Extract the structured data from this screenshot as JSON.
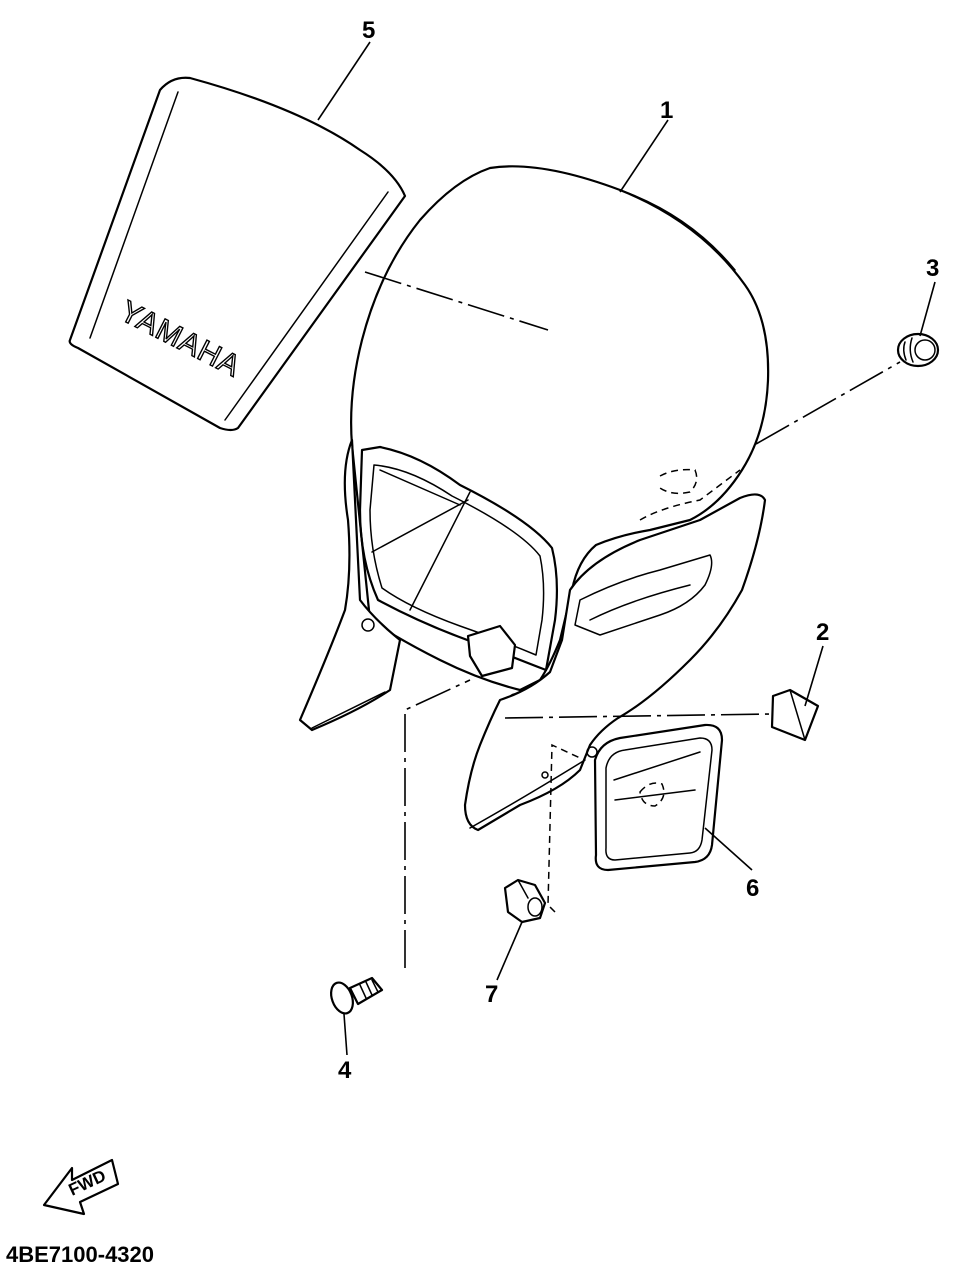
{
  "callouts": [
    {
      "id": "1",
      "label": "1"
    },
    {
      "id": "2",
      "label": "2"
    },
    {
      "id": "3",
      "label": "3"
    },
    {
      "id": "4",
      "label": "4"
    },
    {
      "id": "5",
      "label": "5"
    },
    {
      "id": "6",
      "label": "6"
    },
    {
      "id": "7",
      "label": "7"
    }
  ],
  "windshield_logo": "YAMAHA",
  "fwd_label": "FWD",
  "diagram_code": "4BE7100-4320"
}
